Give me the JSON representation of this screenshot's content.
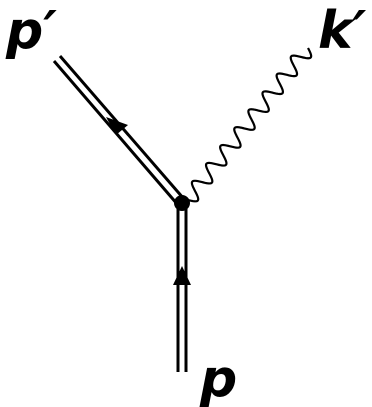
{
  "diagram": {
    "labels": {
      "outgoing_fermion": "p′",
      "photon": "k′",
      "incoming_fermion": "p"
    },
    "colors": {
      "line": "#000000",
      "background": "#ffffff"
    }
  }
}
